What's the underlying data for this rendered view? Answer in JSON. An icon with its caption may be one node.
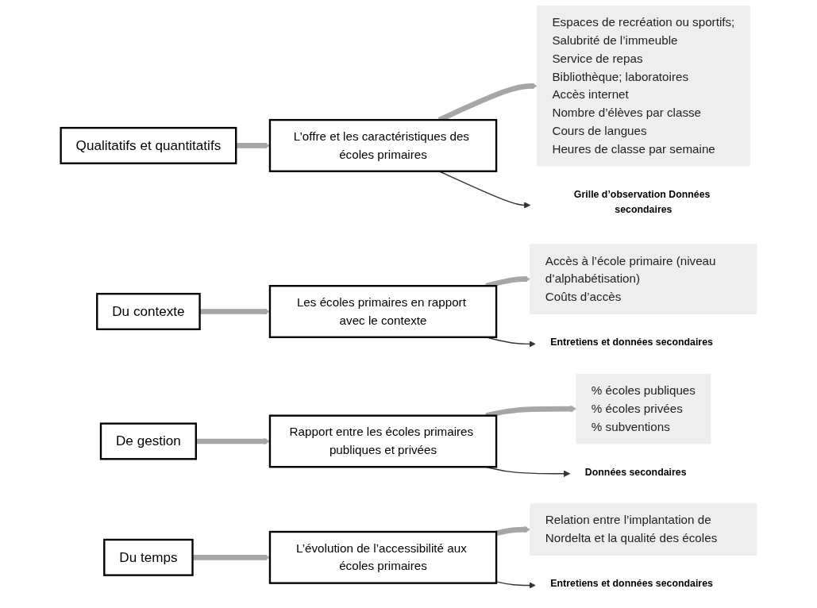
{
  "diagram": {
    "nodes": [
      {
        "text": [
          "Qualitatifs et quantitatifs"
        ]
      },
      {
        "text": [
          "L’offre et les caractéristiques des écoles primaires"
        ]
      },
      {
        "text": [
          "Espaces de recréation ou sportifs;",
          "Salubrité de l’immeuble",
          "Service de repas",
          "Bibliothèque; laboratoires",
          "Accès internet",
          "Nombre d’élèves par classe",
          "Cours de langues",
          "Heures de classe par semaine"
        ]
      },
      {
        "text": [
          "Grille d’observation Données secondaires"
        ]
      },
      {
        "text": [
          "Du contexte"
        ]
      },
      {
        "text": [
          "Les écoles primaires en rapport avec le contexte"
        ]
      },
      {
        "text": [
          "Accès à l’école primaire (niveau d’alphabétisation)",
          "Coûts d’accès"
        ]
      },
      {
        "text": [
          "Entretiens et données secondaires"
        ]
      },
      {
        "text": [
          "De gestion"
        ]
      },
      {
        "text": [
          "Rapport entre les écoles primaires publiques et privées"
        ]
      },
      {
        "text": [
          "% écoles publiques",
          "% écoles privées",
          "% subventions"
        ]
      },
      {
        "text": [
          "Données secondaires"
        ]
      },
      {
        "text": [
          "Du temps"
        ]
      },
      {
        "text": [
          "L’évolution de l’accessibilité aux écoles primaires"
        ]
      },
      {
        "text": [
          "Relation entre l’implantation de Nordelta et la qualité des écoles"
        ]
      },
      {
        "text": [
          "Entretiens et données secondaires"
        ]
      }
    ],
    "edges": [
      {
        "from": 0,
        "to": 1,
        "arrow": "to"
      },
      {
        "from": 1,
        "to": 2,
        "arrow": "to"
      },
      {
        "from": 1,
        "to": 3,
        "arrow": "to",
        "color": "#333333"
      },
      {
        "from": 4,
        "to": 5,
        "arrow": "to"
      },
      {
        "from": 5,
        "to": 6,
        "arrow": "to"
      },
      {
        "from": 5,
        "to": 7,
        "arrow": "to",
        "color": "#333333"
      },
      {
        "from": 8,
        "to": 9,
        "arrow": "to"
      },
      {
        "from": 9,
        "to": 10,
        "arrow": "to"
      },
      {
        "from": 9,
        "to": 11,
        "arrow": "to",
        "color": "#333333"
      },
      {
        "from": 12,
        "to": 13,
        "arrow": "to"
      },
      {
        "from": 13,
        "to": 14,
        "arrow": "to"
      },
      {
        "from": 13,
        "to": 15,
        "arrow": "to",
        "color": "#333333"
      }
    ]
  }
}
